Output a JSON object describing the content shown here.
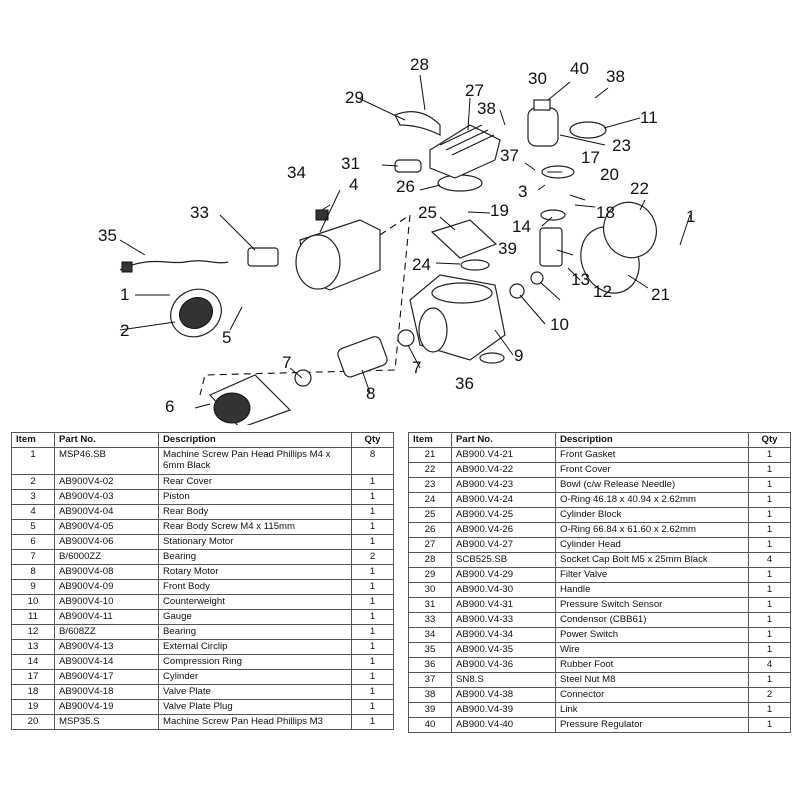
{
  "diagram": {
    "callouts": [
      "1",
      "2",
      "3",
      "4",
      "5",
      "6",
      "7",
      "7",
      "8",
      "9",
      "10",
      "11",
      "12",
      "13",
      "14",
      "17",
      "18",
      "19",
      "20",
      "21",
      "22",
      "23",
      "24",
      "25",
      "26",
      "27",
      "28",
      "29",
      "30",
      "31",
      "33",
      "34",
      "35",
      "36",
      "37",
      "38",
      "38",
      "39",
      "40",
      "1"
    ]
  },
  "table": {
    "headers": {
      "item": "Item",
      "part_no": "Part No.",
      "description": "Description",
      "qty": "Qty"
    },
    "left_rows": [
      {
        "item": "1",
        "part_no": "MSP46.SB",
        "description": "Machine Screw Pan Head Phillips M4 x 6mm Black",
        "qty": "8"
      },
      {
        "item": "2",
        "part_no": "AB900V4-02",
        "description": "Rear Cover",
        "qty": "1"
      },
      {
        "item": "3",
        "part_no": "AB900V4-03",
        "description": "Piston",
        "qty": "1"
      },
      {
        "item": "4",
        "part_no": "AB900V4-04",
        "description": "Rear Body",
        "qty": "1"
      },
      {
        "item": "5",
        "part_no": "AB900V4-05",
        "description": "Rear Body Screw M4 x 115mm",
        "qty": "1"
      },
      {
        "item": "6",
        "part_no": "AB900V4-06",
        "description": "Stationary Motor",
        "qty": "1"
      },
      {
        "item": "7",
        "part_no": "B/6000ZZ",
        "description": "Bearing",
        "qty": "2"
      },
      {
        "item": "8",
        "part_no": "AB900V4-08",
        "description": "Rotary Motor",
        "qty": "1"
      },
      {
        "item": "9",
        "part_no": "AB900V4-09",
        "description": "Front Body",
        "qty": "1"
      },
      {
        "item": "10",
        "part_no": "AB900V4-10",
        "description": "Counterweight",
        "qty": "1"
      },
      {
        "item": "11",
        "part_no": "AB900V4-11",
        "description": "Gauge",
        "qty": "1"
      },
      {
        "item": "12",
        "part_no": "B/608ZZ",
        "description": "Bearing",
        "qty": "1"
      },
      {
        "item": "13",
        "part_no": "AB900V4-13",
        "description": "External Circlip",
        "qty": "1"
      },
      {
        "item": "14",
        "part_no": "AB900V4-14",
        "description": "Compression Ring",
        "qty": "1"
      },
      {
        "item": "17",
        "part_no": "AB900V4-17",
        "description": "Cylinder",
        "qty": "1"
      },
      {
        "item": "18",
        "part_no": "AB900V4-18",
        "description": "Valve Plate",
        "qty": "1"
      },
      {
        "item": "19",
        "part_no": "AB900V4-19",
        "description": "Valve Plate Plug",
        "qty": "1"
      },
      {
        "item": "20",
        "part_no": "MSP35.S",
        "description": "Machine Screw Pan Head Phillips M3",
        "qty": "1"
      }
    ],
    "right_rows": [
      {
        "item": "21",
        "part_no": "AB900.V4-21",
        "description": "Front Gasket",
        "qty": "1"
      },
      {
        "item": "22",
        "part_no": "AB900.V4-22",
        "description": "Front Cover",
        "qty": "1"
      },
      {
        "item": "23",
        "part_no": "AB900.V4-23",
        "description": "Bowl (c/w Release Needle)",
        "qty": "1"
      },
      {
        "item": "24",
        "part_no": "AB900.V4-24",
        "description": "O-Ring 46.18 x 40.94 x 2.62mm",
        "qty": "1"
      },
      {
        "item": "25",
        "part_no": "AB900.V4-25",
        "description": "Cylinder Block",
        "qty": "1"
      },
      {
        "item": "26",
        "part_no": "AB900.V4-26",
        "description": "O-Ring 66.84 x 61.60 x 2.62mm",
        "qty": "1"
      },
      {
        "item": "27",
        "part_no": "AB900.V4-27",
        "description": "Cylinder Head",
        "qty": "1"
      },
      {
        "item": "28",
        "part_no": "SCB525.SB",
        "description": "Socket Cap Bolt M5 x 25mm Black",
        "qty": "4"
      },
      {
        "item": "29",
        "part_no": "AB900.V4-29",
        "description": "Filter Valve",
        "qty": "1"
      },
      {
        "item": "30",
        "part_no": "AB900.V4-30",
        "description": "Handle",
        "qty": "1"
      },
      {
        "item": "31",
        "part_no": "AB900.V4-31",
        "description": "Pressure Switch Sensor",
        "qty": "1"
      },
      {
        "item": "33",
        "part_no": "AB900.V4-33",
        "description": "Condensor (CBB61)",
        "qty": "1"
      },
      {
        "item": "34",
        "part_no": "AB900.V4-34",
        "description": "Power Switch",
        "qty": "1"
      },
      {
        "item": "35",
        "part_no": "AB900.V4-35",
        "description": "Wire",
        "qty": "1"
      },
      {
        "item": "36",
        "part_no": "AB900.V4-36",
        "description": "Rubber Foot",
        "qty": "4"
      },
      {
        "item": "37",
        "part_no": "SN8.S",
        "description": "Steel Nut M8",
        "qty": "1"
      },
      {
        "item": "38",
        "part_no": "AB900.V4-38",
        "description": "Connector",
        "qty": "2"
      },
      {
        "item": "39",
        "part_no": "AB900.V4-39",
        "description": "Link",
        "qty": "1"
      },
      {
        "item": "40",
        "part_no": "AB900.V4-40",
        "description": "Pressure Regulator",
        "qty": "1"
      }
    ]
  }
}
